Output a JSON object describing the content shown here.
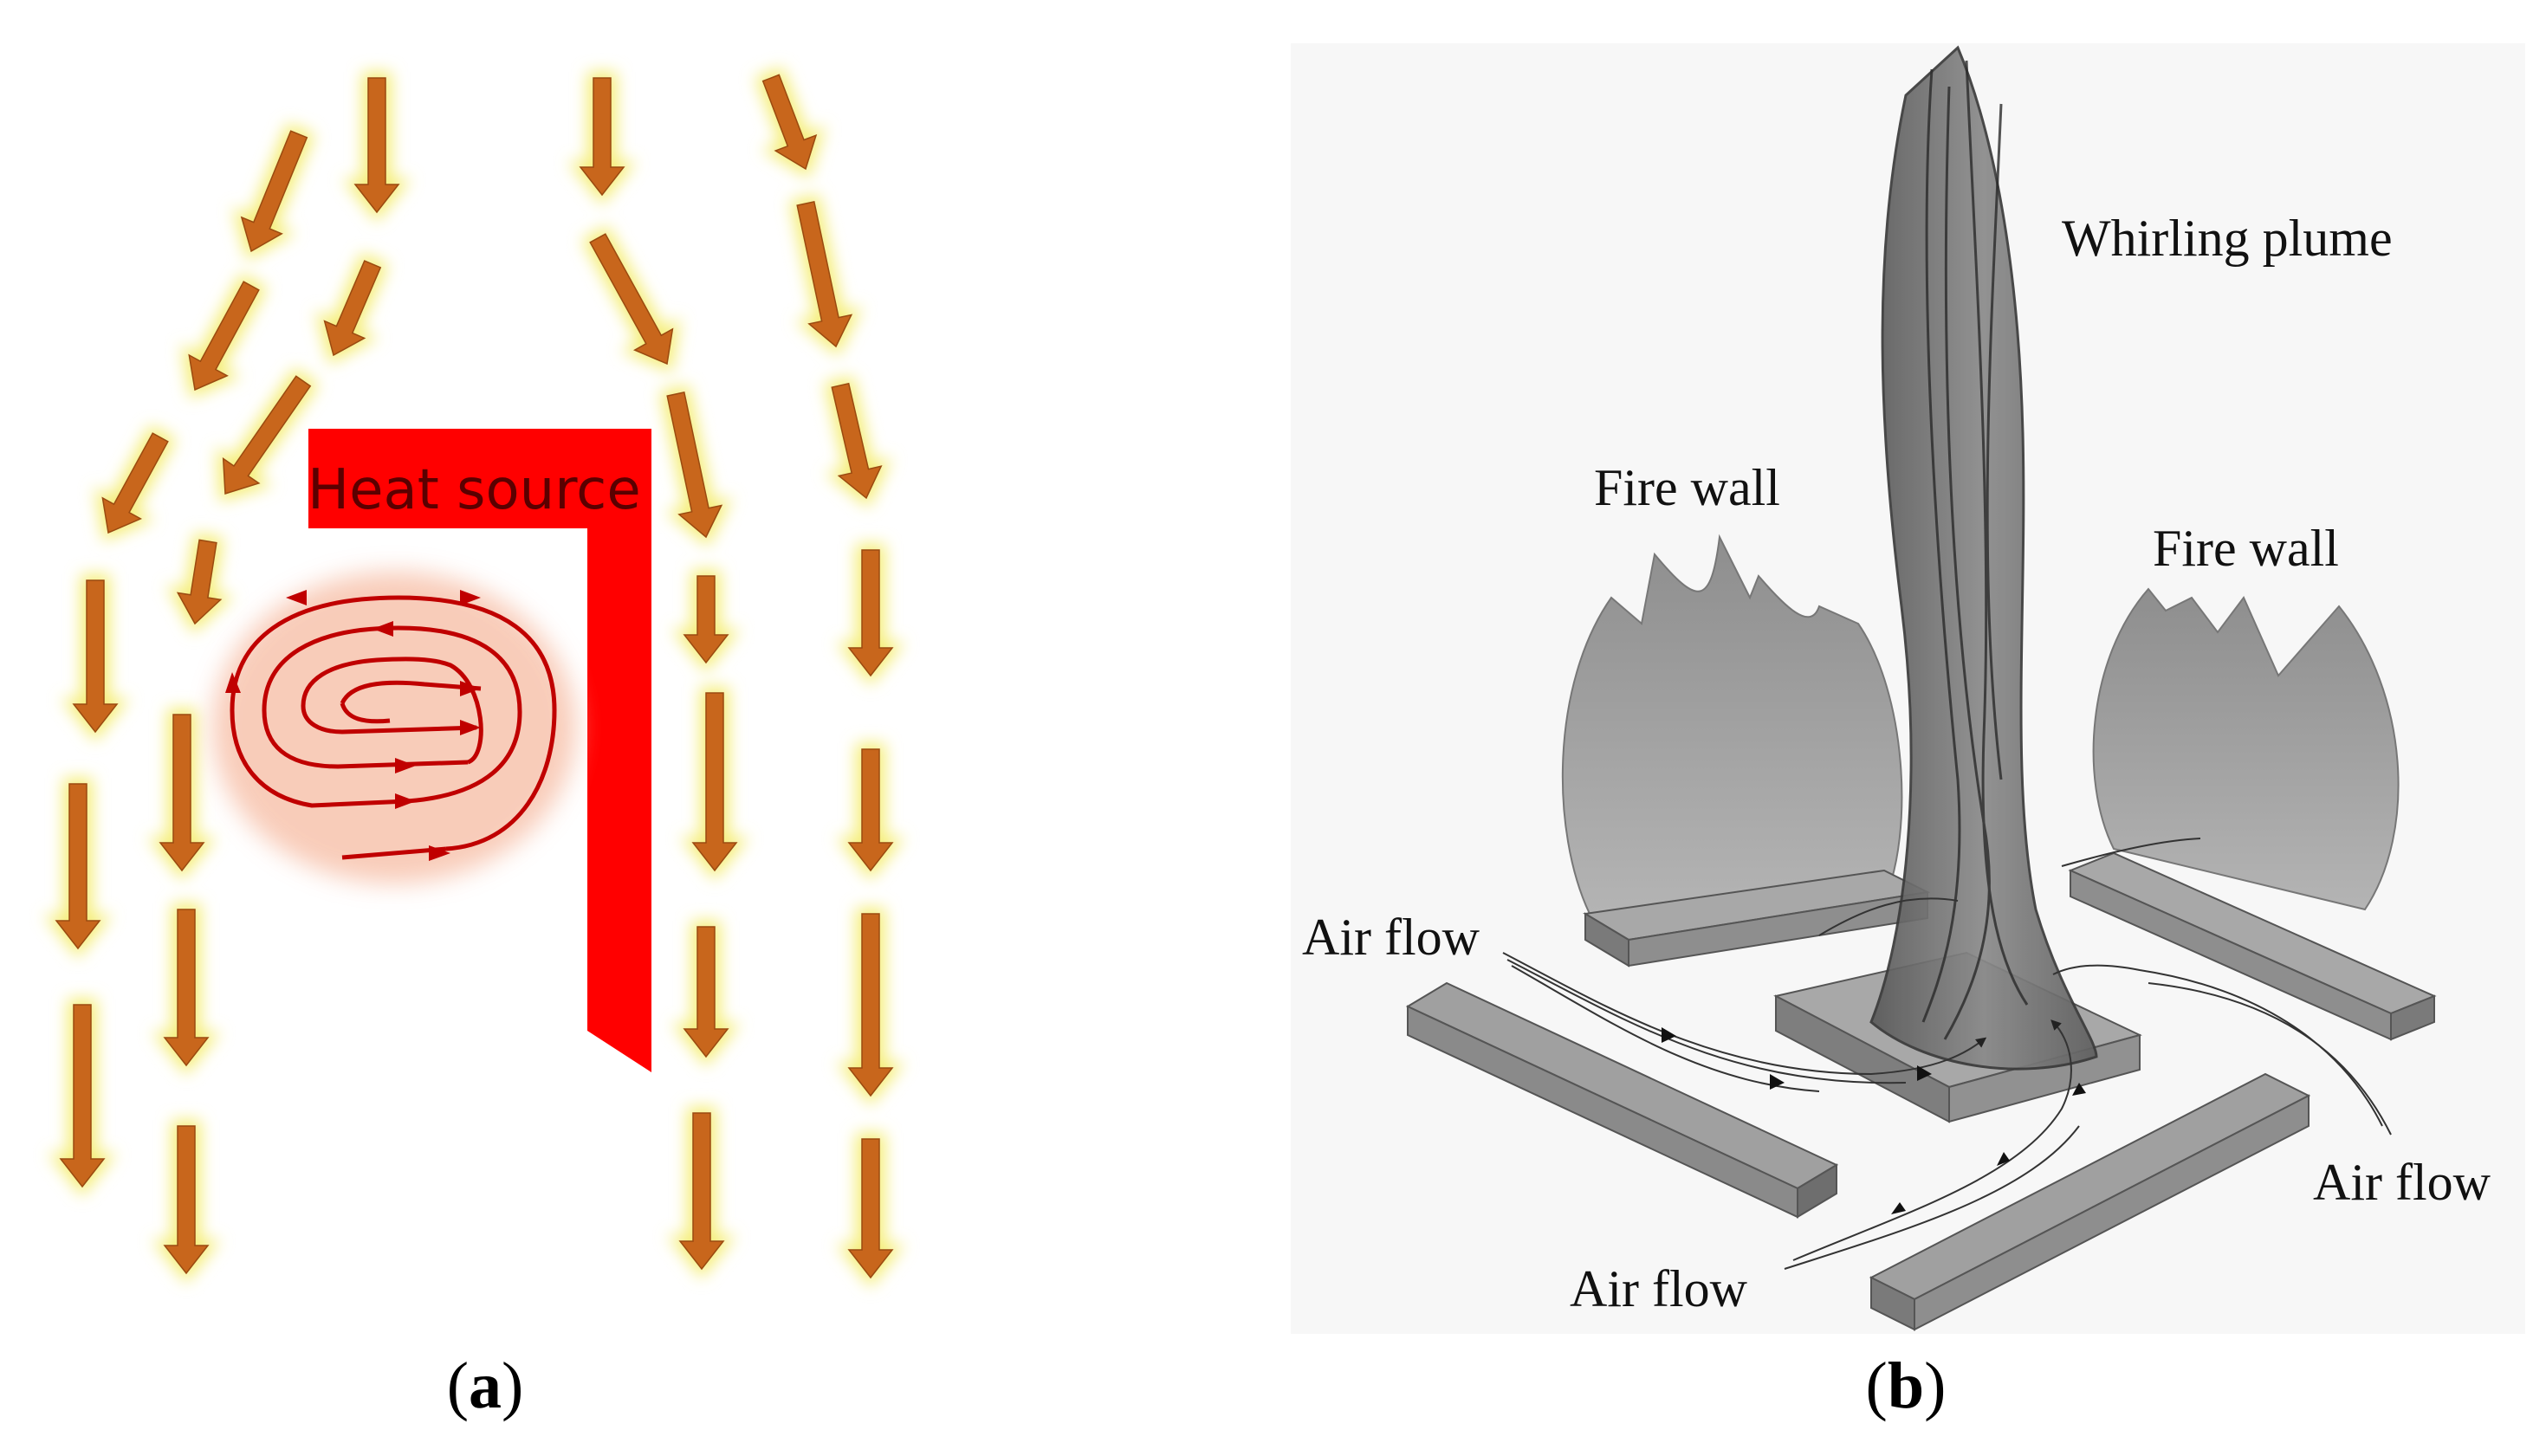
{
  "panel_a": {
    "caption_open": "(",
    "caption_letter": "a",
    "caption_close": ")",
    "heat_source_label": "Heat source",
    "colors": {
      "arrow_fill": "#c8661c",
      "arrow_glow": "#f5ee7a",
      "heat_source": "#ff0000",
      "vortex": "#c00000",
      "vortex_glow": "#f7c0a8"
    }
  },
  "panel_b": {
    "caption_open": "(",
    "caption_letter": "b",
    "caption_close": ")",
    "labels": {
      "whirling_plume": "Whirling plume",
      "fire_wall_left": "Fire wall",
      "fire_wall_right": "Fire wall",
      "air_flow_left": "Air flow",
      "air_flow_right": "Air flow",
      "air_flow_bottom": "Air flow"
    },
    "colors": {
      "background": "#f7f7f7",
      "fire_wall": "#9a9a9a",
      "plume": "#707070",
      "block_top": "#a6a6a6",
      "block_side": "#7e7e7e"
    }
  }
}
